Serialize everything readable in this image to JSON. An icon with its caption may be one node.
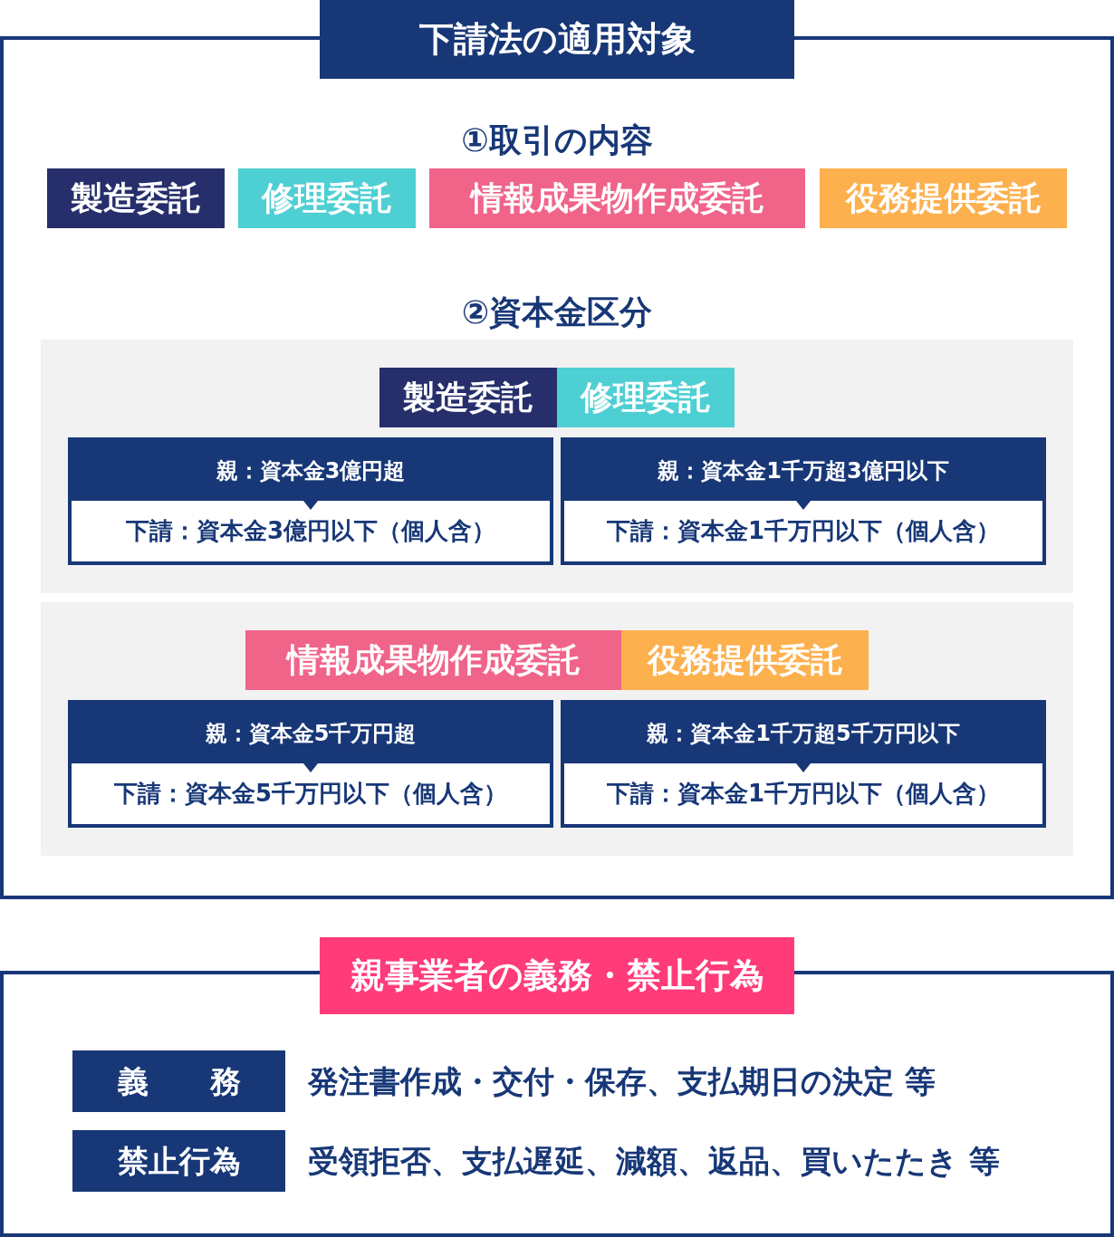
{
  "diagram": {
    "nodes": [
      {
        "text": [
          "下請法の適用対象"
        ]
      },
      {
        "text": [
          "製造委託"
        ],
        "in": 0
      },
      {
        "text": [
          "修理委託"
        ],
        "in": 0
      },
      {
        "text": [
          "情報成果物作成委託"
        ],
        "in": 0
      },
      {
        "text": [
          "役務提供委託"
        ],
        "in": 0
      },
      {
        "text": [],
        "shape": "box",
        "in": 0
      },
      {
        "text": [
          "製造委託"
        ],
        "in": 5
      },
      {
        "text": [
          "修理委託"
        ],
        "in": 5
      },
      {
        "text": [
          "親：資本金3億円超",
          "下請：資本金3億円以下（個人含）"
        ],
        "in": 5
      },
      {
        "text": [
          "親：資本金1千万超3億円以下",
          "下請：資本金1千万円以下（個人含）"
        ],
        "in": 5
      },
      {
        "text": [],
        "shape": "box",
        "in": 0
      },
      {
        "text": [
          "情報成果物作成委託"
        ],
        "in": 10
      },
      {
        "text": [
          "役務提供委託"
        ],
        "in": 10
      },
      {
        "text": [
          "親：資本金5千万円超",
          "下請：資本金5千万円以下（個人含）"
        ],
        "in": 10
      },
      {
        "text": [
          "親：資本金1千万超5千万円以下",
          "下請：資本金1千万円以下（個人含）"
        ],
        "in": 10
      },
      {
        "text": [
          "親事業者の義務・禁止行為"
        ]
      },
      {
        "text": [
          "義　　務"
        ],
        "in": 15,
        "beside": [
          "発注書作成・交付・保存、支払期日の決定 等"
        ]
      },
      {
        "text": [
          "禁止行為"
        ],
        "in": 15,
        "beside": [
          "受領拒否、支払遅延、減額、返品、買いたたき 等"
        ]
      }
    ],
    "labels": [
      "①取引の内容",
      "②資本金区分"
    ]
  }
}
